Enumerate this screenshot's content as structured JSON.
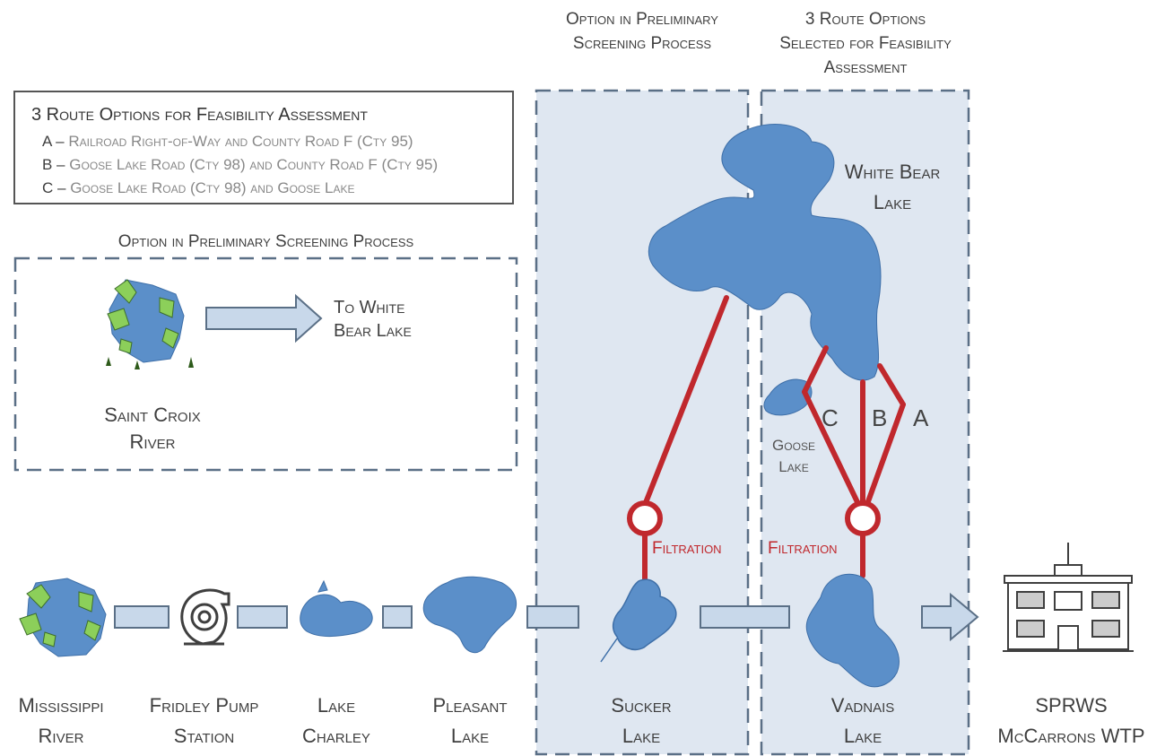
{
  "legend": {
    "title": "3 Route Options for Feasibility Assessment",
    "items": [
      {
        "key": "A –",
        "text": "Railroad Right-of-Way and County Road F (Cty 95)"
      },
      {
        "key": "B –",
        "text": "Goose Lake Road (Cty 98) and County Road F (Cty 95)"
      },
      {
        "key": "C –",
        "text": "Goose Lake Road (Cty 98) and Goose Lake"
      }
    ]
  },
  "headers": {
    "screening_top_line1": "Option in Preliminary",
    "screening_top_line2": "Screening Process",
    "feasibility_line1": "3 Route Options",
    "feasibility_line2": "Selected for Feasibility",
    "feasibility_line3": "Assessment",
    "screening_left": "Option in Preliminary Screening Process"
  },
  "saint_croix": {
    "arrow_text_line1": "To White",
    "arrow_text_line2": "Bear Lake",
    "label_line1": "Saint Croix",
    "label_line2": "River"
  },
  "lakes": {
    "white_bear_line1": "White Bear",
    "white_bear_line2": "Lake",
    "goose_line1": "Goose",
    "goose_line2": "Lake"
  },
  "routes": {
    "a": "A",
    "b": "B",
    "c": "C"
  },
  "filtration": {
    "sucker": "Filtration",
    "vadnais": "Filtration"
  },
  "bottom_labels": [
    {
      "line1": "Mississippi",
      "line2": "River"
    },
    {
      "line1": "Fridley Pump",
      "line2": "Station"
    },
    {
      "line1": "Lake",
      "line2": "Charley"
    },
    {
      "line1": "Pleasant",
      "line2": "Lake"
    },
    {
      "line1": "Sucker",
      "line2": "Lake"
    },
    {
      "line1": "Vadnais",
      "line2": "Lake"
    },
    {
      "line1": "SPRWS",
      "line2": "McCarrons WTP"
    }
  ],
  "colors": {
    "lake_fill": "#5b8fc9",
    "lake_stroke": "#3e6fa8",
    "route_red": "#c0282d",
    "panel_fill": "#dfe7f1",
    "panel_border": "#5a6f86",
    "pipe_fill": "#c8d8ea"
  }
}
